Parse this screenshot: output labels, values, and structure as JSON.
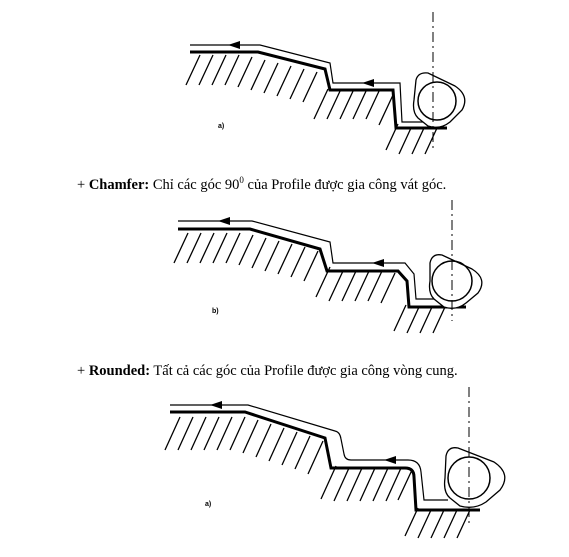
{
  "figures": [
    {
      "tag": "a)"
    },
    {
      "tag": "b)"
    },
    {
      "tag": "a)"
    }
  ],
  "captions": {
    "chamfer": {
      "prefix": "+ ",
      "term": "Chamfer:",
      "text_before": " Chỉ các góc 90",
      "superscript": "0",
      "text_after": " của Profile được gia công vát góc."
    },
    "rounded": {
      "prefix": "+ ",
      "term": "Rounded:",
      "text": " Tất cả các góc của Profile được gia công vòng cung."
    }
  }
}
